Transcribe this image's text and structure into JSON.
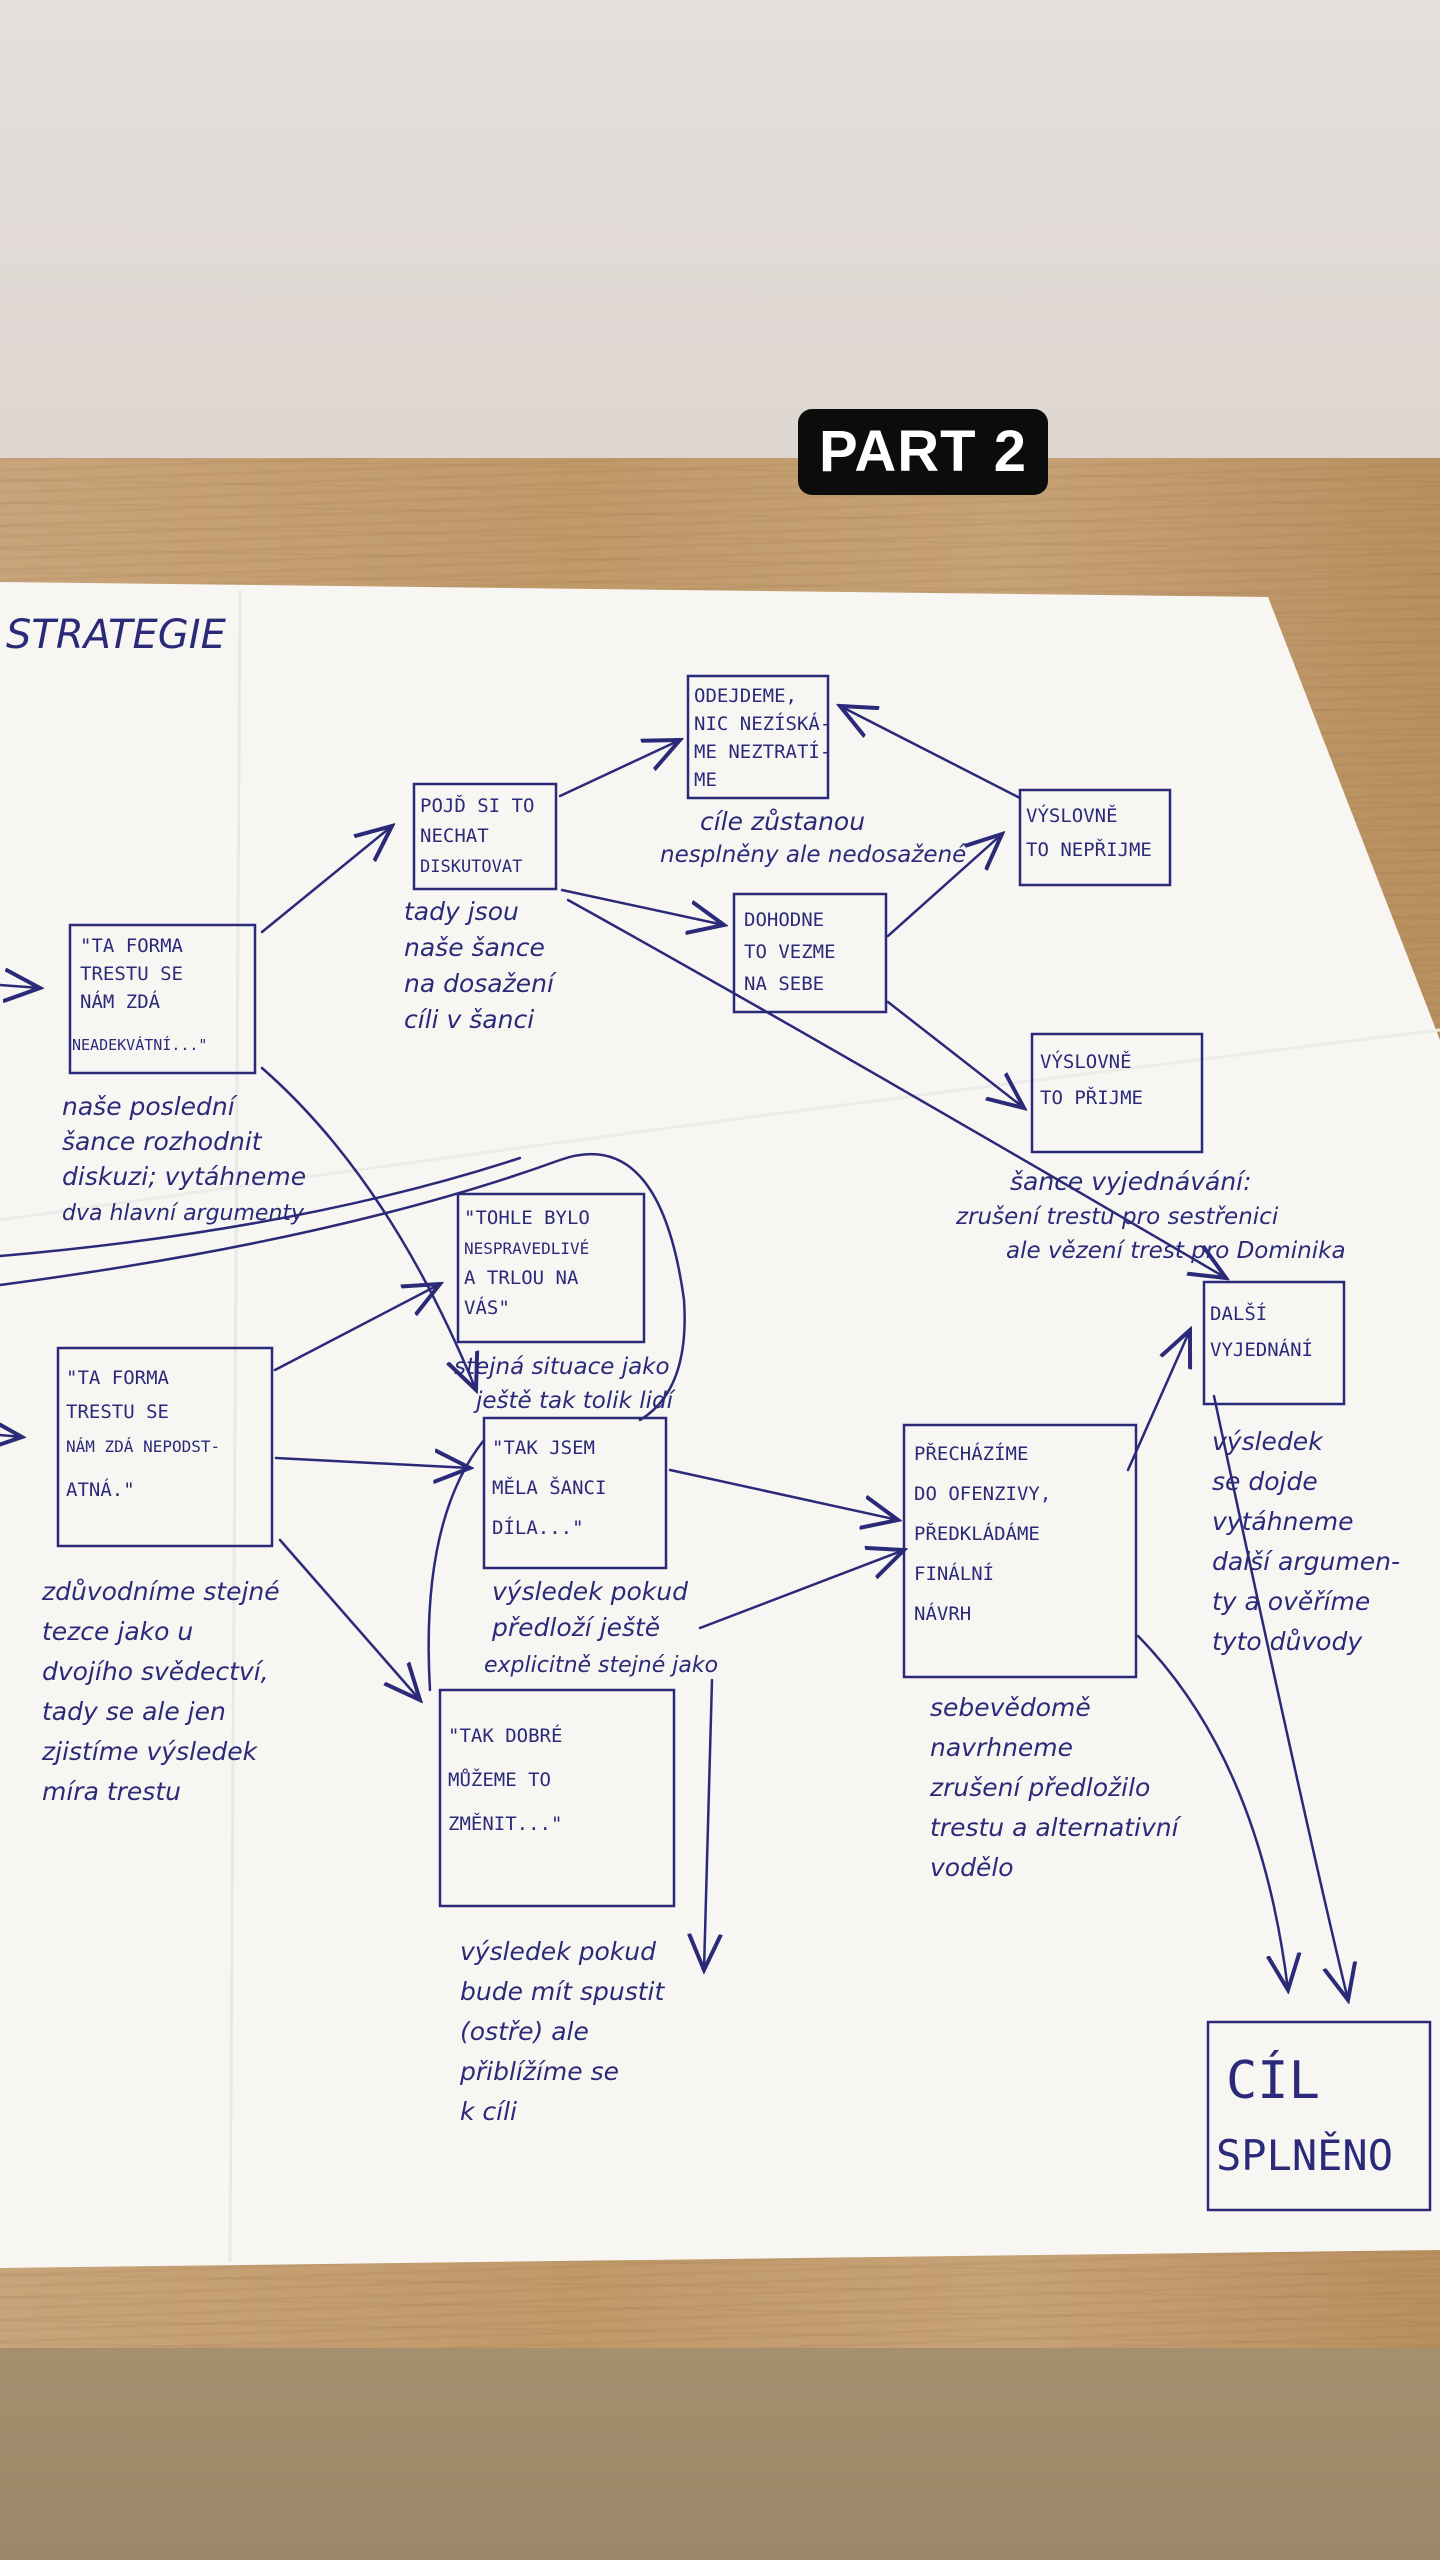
{
  "story_label": "PART 2",
  "paper": {
    "heading": "STRATEGIE",
    "boxes": [
      {
        "id": "a1",
        "lines": [
          "\"TA FORMA",
          "TRESTU SE",
          "NÁM ZDÁ",
          "NEADEKVÁTNÍ...\""
        ],
        "note": [
          "naše poslední",
          "šance rozhodnit",
          "diskuzi; vytáhneme",
          "dva hlavní argumenty"
        ]
      },
      {
        "id": "b1",
        "lines": [
          "POJĎ SI TO",
          "NECHAT",
          "DISKUTOVAT"
        ],
        "note": [
          "tady jsou",
          "naše šance",
          "na dosažení",
          "cíli v šanci"
        ]
      },
      {
        "id": "c1",
        "lines": [
          "ODEJDEME,",
          "NIC NEZÍSKÁ-",
          "ME NEZTRATÍ-",
          "ME"
        ],
        "note": [
          "cíle zůstanou",
          "nesplněny ale nedosažené"
        ]
      },
      {
        "id": "c2",
        "lines": [
          "DOHODNE",
          "TO VEZME",
          "NA SEBE"
        ],
        "note": []
      },
      {
        "id": "d1",
        "lines": [
          "VÝSLOVNĚ",
          "TO NEPŘIJME"
        ],
        "note": []
      },
      {
        "id": "d2",
        "lines": [
          "VÝSLOVNĚ",
          "TO PŘIJME"
        ],
        "note": [
          "šance vyjednávání:",
          "zrušení trestu pro sestřenici",
          "ale vězení trest pro Dominika"
        ]
      },
      {
        "id": "m1",
        "lines": [
          "\"TOHLE BYLO",
          "NESPRAVEDLIVÉ",
          "A TRLOU NA",
          "VÁS\""
        ],
        "note": [
          "stejná situace jako",
          "ještě tak tolik lidí"
        ]
      },
      {
        "id": "a2",
        "lines": [
          "\"TA FORMA",
          "TRESTU SE",
          "NÁM ZDÁ NEPODST-",
          "ATNÁ.\""
        ],
        "note": [
          "zdůvodníme stejné",
          "tezce jako u",
          "dvojího svědectví,",
          "tady se ale jen",
          "zjistíme výsledek",
          "míra trestu"
        ]
      },
      {
        "id": "m2",
        "lines": [
          "\"TAK JSEM",
          "MĚLA ŠANCI",
          "DÍLA...\""
        ],
        "note": [
          "výsledek pokud",
          "předloží ještě",
          "explicitně stejné jako"
        ]
      },
      {
        "id": "m3",
        "lines": [
          "\"TAK DOBRÉ",
          "MŮŽEME TO",
          "ZMĚNIT...\""
        ],
        "note": [
          "výsledek pokud",
          "bude mít spustit",
          "(ostře) ale",
          "přiblížíme se",
          "k cíli"
        ]
      },
      {
        "id": "p1",
        "lines": [
          "PŘECHÁZÍME",
          "DO OFENZIVY,",
          "PŘEDKLÁDÁME",
          "FINÁLNÍ",
          "NÁVRH"
        ],
        "note": [
          "sebevědomě",
          "navrhneme",
          "zrušení předložilo",
          "trestu a alternativní",
          "vodělo"
        ]
      },
      {
        "id": "q1",
        "lines": [
          "DALŠÍ",
          "VYJEDNÁNÍ"
        ],
        "note": [
          "výsledek",
          "se dojde",
          "vytáhneme",
          "další argumen-",
          "ty a ověříme",
          "tyto důvody"
        ]
      },
      {
        "id": "goal",
        "lines": [
          "CÍL",
          "SPLNĚNO"
        ],
        "note": []
      }
    ],
    "colors": {
      "ink": "#2b2a78",
      "paper": "#f7f6f3",
      "label_bg": "#0c0c0c",
      "table": "#c29d6f"
    }
  }
}
